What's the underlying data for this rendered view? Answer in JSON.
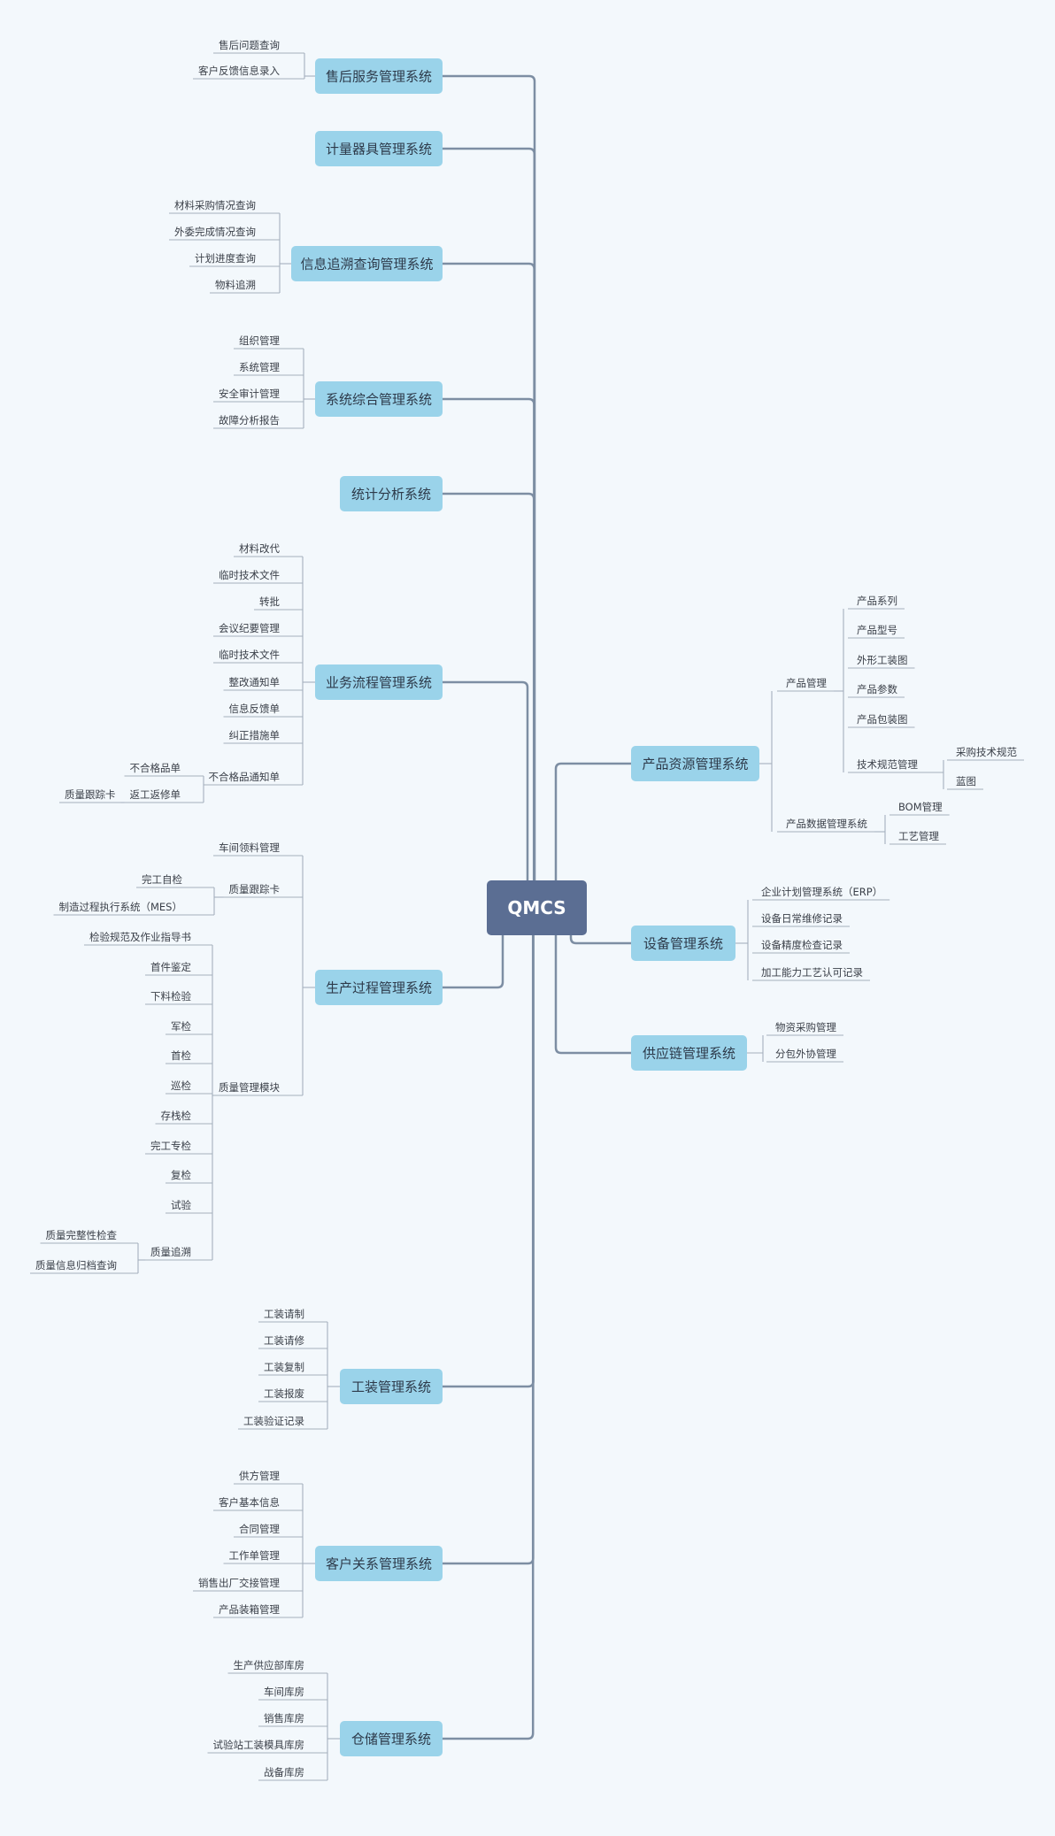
{
  "root": "QMCS",
  "left_branches": [
    {
      "label": "售后服务管理系统",
      "children": [
        {
          "label": "售后问题查询"
        },
        {
          "label": "客户反馈信息录入"
        }
      ]
    },
    {
      "label": "计量器具管理系统",
      "children": []
    },
    {
      "label": "信息追溯查询管理系统",
      "children": [
        {
          "label": "材料采购情况查询"
        },
        {
          "label": "外委完成情况查询"
        },
        {
          "label": "计划进度查询"
        },
        {
          "label": "物料追溯"
        }
      ]
    },
    {
      "label": "系统综合管理系统",
      "children": [
        {
          "label": "组织管理"
        },
        {
          "label": "系统管理"
        },
        {
          "label": "安全审计管理"
        },
        {
          "label": "故障分析报告"
        }
      ]
    },
    {
      "label": "统计分析系统",
      "children": []
    },
    {
      "label": "业务流程管理系统",
      "children": [
        {
          "label": "材料改代"
        },
        {
          "label": "临时技术文件"
        },
        {
          "label": "转批"
        },
        {
          "label": "会议纪要管理"
        },
        {
          "label": "临时技术文件"
        },
        {
          "label": "整改通知单"
        },
        {
          "label": "信息反馈单"
        },
        {
          "label": "纠正措施单"
        },
        {
          "label": "不合格品通知单",
          "children": [
            {
              "label": "不合格品单"
            },
            {
              "label": "返工返修单",
              "children": [
                {
                  "label": "质量跟踪卡"
                }
              ]
            }
          ]
        }
      ]
    },
    {
      "label": "生产过程管理系统",
      "children": [
        {
          "label": "车间领料管理"
        },
        {
          "label": "质量跟踪卡",
          "children": [
            {
              "label": "完工自检"
            },
            {
              "label": "制造过程执行系统（MES）"
            }
          ]
        },
        {
          "label": "质量管理模块",
          "children": [
            {
              "label": "检验规范及作业指导书"
            },
            {
              "label": "首件鉴定"
            },
            {
              "label": "下料检验"
            },
            {
              "label": "军检"
            },
            {
              "label": "首检"
            },
            {
              "label": "巡检"
            },
            {
              "label": "存栈检"
            },
            {
              "label": "完工专检"
            },
            {
              "label": "复检"
            },
            {
              "label": "试验"
            },
            {
              "label": "质量追溯",
              "children": [
                {
                  "label": "质量完整性检查"
                },
                {
                  "label": "质量信息归档查询"
                }
              ]
            }
          ]
        }
      ]
    },
    {
      "label": "工装管理系统",
      "children": [
        {
          "label": "工装请制"
        },
        {
          "label": "工装请修"
        },
        {
          "label": "工装复制"
        },
        {
          "label": "工装报废"
        },
        {
          "label": "工装验证记录"
        }
      ]
    },
    {
      "label": "客户关系管理系统",
      "children": [
        {
          "label": "供方管理"
        },
        {
          "label": "客户基本信息"
        },
        {
          "label": "合同管理"
        },
        {
          "label": "工作单管理"
        },
        {
          "label": "销售出厂交接管理"
        },
        {
          "label": "产品装箱管理"
        }
      ]
    },
    {
      "label": "仓储管理系统",
      "children": [
        {
          "label": "生产供应部库房"
        },
        {
          "label": "车间库房"
        },
        {
          "label": "销售库房"
        },
        {
          "label": "试验站工装模具库房"
        },
        {
          "label": "战备库房"
        }
      ]
    }
  ],
  "right_branches": [
    {
      "label": "产品资源管理系统",
      "children": [
        {
          "label": "产品管理",
          "children": [
            {
              "label": "产品系列"
            },
            {
              "label": "产品型号"
            },
            {
              "label": "外形工装图"
            },
            {
              "label": "产品参数"
            },
            {
              "label": "产品包装图"
            },
            {
              "label": "技术规范管理",
              "children": [
                {
                  "label": "采购技术规范"
                },
                {
                  "label": "蓝图"
                }
              ]
            }
          ]
        },
        {
          "label": "产品数据管理系统",
          "children": [
            {
              "label": "BOM管理"
            },
            {
              "label": "工艺管理"
            }
          ]
        }
      ]
    },
    {
      "label": "设备管理系统",
      "children": [
        {
          "label": "企业计划管理系统（ERP）"
        },
        {
          "label": "设备日常维修记录"
        },
        {
          "label": "设备精度检查记录"
        },
        {
          "label": "加工能力工艺认可记录"
        }
      ]
    },
    {
      "label": "供应链管理系统",
      "children": [
        {
          "label": "物资采购管理"
        },
        {
          "label": "分包外协管理"
        }
      ]
    }
  ]
}
